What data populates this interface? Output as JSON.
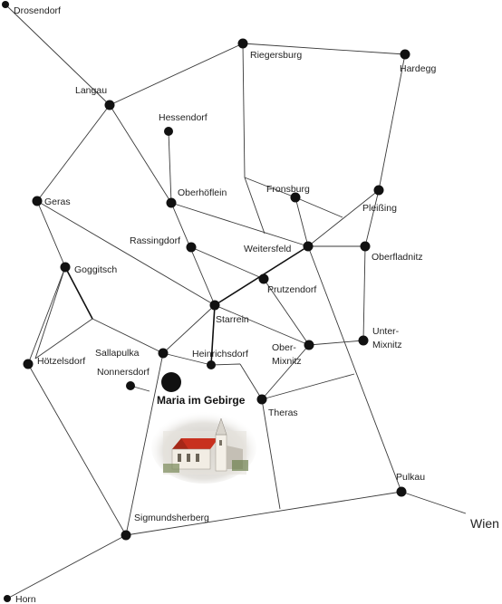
{
  "map": {
    "places": {
      "drosendorf": "Drosendorf",
      "riegersburg": "Riegersburg",
      "hardegg": "Hardegg",
      "langau": "Langau",
      "hessendorf": "Hessendorf",
      "oberhoeflein": "Oberhöflein",
      "fronsburg": "Fronsburg",
      "pleissing": "Pleißing",
      "geras": "Geras",
      "rassingdorf": "Rassingdorf",
      "weitersfeld": "Weitersfeld",
      "oberfladnitz": "Oberfladnitz",
      "goggitsch": "Goggitsch",
      "prutzendorf": "Prutzendorf",
      "starrein": "Starrein",
      "unter_mixnitz": [
        "Unter-",
        "Mixnitz"
      ],
      "sallapulka": "Sallapulka",
      "heinrichsdorf": "Heinrichsdorf",
      "ober_mixnitz": [
        "Ober-",
        "Mixnitz"
      ],
      "hoetzelsdorf": "Hötzelsdorf",
      "nonnersdorf": "Nonnersdorf",
      "maria_im_gebirge": "Maria im Gebirge",
      "theras": "Theras",
      "pulkau": "Pulkau",
      "sigmundsherberg": "Sigmundsherberg",
      "horn": "Horn",
      "wien": "Wien"
    },
    "colors": {
      "road": "#3a3a3a",
      "node": "#111111",
      "church_roof": "#c8301e",
      "church_wall": "#f2ede4"
    },
    "icons": {
      "church": "church-illustration"
    }
  }
}
